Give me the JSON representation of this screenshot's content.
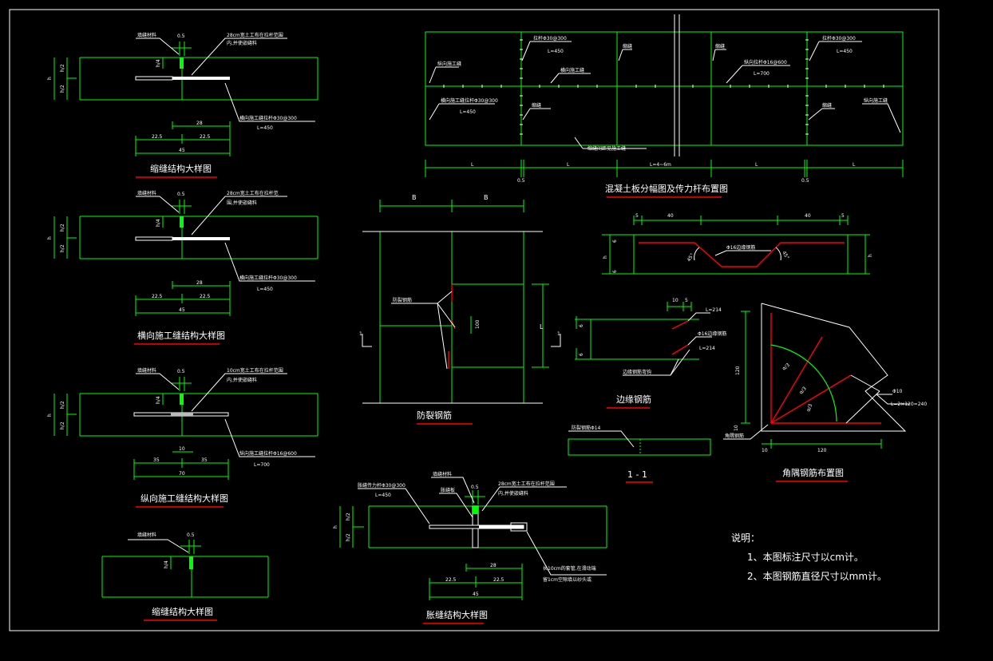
{
  "colors": {
    "background": "#000000",
    "line": "#00ff00",
    "text": "#ffffff",
    "rebar": "#ff0000",
    "underline": "#ff0000"
  },
  "detail1": {
    "title": "缩缝结构大样图",
    "dim_top": "0.5",
    "label_left": "填缝材料",
    "label_right_1": "28cm宽土工布在拉杆范围",
    "label_right_2": "内,并使嵌缝料",
    "label_rebar": "横向施工缝拉杆Φ30@300",
    "label_rebar_L": "L=450",
    "dim_h": "h",
    "dim_h2a": "h/2",
    "dim_h2b": "h/2",
    "dim_h4": "h/4",
    "dim_28": "28",
    "dim_225a": "22.5",
    "dim_225b": "22.5",
    "dim_45": "45"
  },
  "detail2": {
    "title": "横向施工缝结构大样图",
    "dim_top": "0.5",
    "label_left": "填缝材料",
    "label_right_1": "28cm宽土工布在拉杆范",
    "label_right_2": "围,并使嵌缝料",
    "label_rebar": "横向施工缝拉杆Φ30@300",
    "label_rebar_L": "L=450",
    "dim_h": "h",
    "dim_h2a": "h/2",
    "dim_h2b": "h/2",
    "dim_h4": "h/4",
    "dim_28": "28",
    "dim_225a": "22.5",
    "dim_225b": "22.5",
    "dim_45": "45"
  },
  "detail3": {
    "title": "纵向施工缝结构大样图",
    "dim_top": "0.5",
    "label_left": "填缝材料",
    "label_right_1": "10cm宽土工布在拉杆范围",
    "label_right_2": "内,并使嵌缝料",
    "label_rebar": "纵向施工缝拉杆Φ16@600",
    "label_rebar_L": "L=700",
    "dim_h": "h",
    "dim_h2a": "h/2",
    "dim_h2b": "h/2",
    "dim_h4": "h/4",
    "dim_10": "10",
    "dim_35a": "35",
    "dim_35b": "35",
    "dim_70": "70"
  },
  "detail4": {
    "title": "缩缝结构大样图",
    "dim_top": "0.5",
    "label_left": "填缝材料",
    "dim_h4": "h/4"
  },
  "plan": {
    "title": "混凝土板分幅图及传力杆布置图",
    "label_a": "拉杆Φ30@300",
    "label_a_L": "L=450",
    "label_b": "拉杆Φ30@300",
    "label_b_L": "L=450",
    "label_c": "纵向施工缝",
    "label_d": "横向施工缝",
    "label_e": "缩缝",
    "label_f": "缩缝",
    "label_g": "纵向施工缝",
    "label_h": "纵向拉杆Φ16@600",
    "label_h_L": "L=700",
    "label_i": "横向施工缝拉杆Φ30@300",
    "label_i_L": "L=450",
    "label_j": "缩缝",
    "label_k": "缩缝",
    "label_l": "横向施工缝",
    "label_m": "缩缝间距见施工缝",
    "dims": [
      "L",
      "L",
      "L=4~6m",
      "L",
      "L"
    ],
    "dim_05a": "0.5",
    "dim_05b": "0.5"
  },
  "crack": {
    "title": "防裂钢筋",
    "dim_b1": "B",
    "dim_b2": "B",
    "label_rebar": "防裂钢筋",
    "dim_L": "L",
    "dim_100": "100",
    "mark_left": "1",
    "mark_right": "1"
  },
  "section": {
    "title": "1 - 1",
    "label": "防裂钢筋Φ14"
  },
  "edge_top": {
    "dim_5a": "5",
    "dim_40a": "40",
    "dim_40b": "40",
    "dim_5b": "5",
    "angle_a": "45°",
    "angle_b": "45°",
    "label_rebar": "Φ16边缘钢筋",
    "dim_h": "h",
    "dim_h_right": "h",
    "dim_6a": "6",
    "dim_6b": "6"
  },
  "edge": {
    "title": "边缘钢筋",
    "dim_10": "10",
    "dim_5": "5",
    "label_L1": "L=214",
    "label_rebar": "Φ16边缘钢筋",
    "label_L2": "L=214",
    "label_bottom": "边缘钢筋弯钩",
    "dim_6a": "6",
    "dim_6b": "6"
  },
  "corner": {
    "title": "角隅钢筋布置图",
    "dim_120v": "120",
    "dim_120h": "120",
    "dim_10a": "10",
    "dim_10b": "10",
    "label_rebar": "Φ10",
    "label_L": "L=2×120=240",
    "label_bottom": "角隅钢筋",
    "label_a3a": "α/3",
    "label_a3b": "α/3",
    "label_a3c": "α/3"
  },
  "expansion": {
    "title": "胀缝结构大样图",
    "label_dowel": "胀缝传力杆Φ30@300",
    "label_dowel_L": "L=450",
    "label_filler": "填缝材料",
    "label_board": "胀缝板",
    "label_right_1": "28cm宽土工布在拉杆范围",
    "label_right_2": "内,并使嵌缝料",
    "label_cap_1": "长10cm的套管,在滑动端",
    "label_cap_2": "留1cm空隙填以纱头或",
    "dim_top": "0.5",
    "dim_h": "h",
    "dim_h2a": "h/2",
    "dim_h2b": "h/2",
    "dim_28": "28",
    "dim_225a": "22.5",
    "dim_225b": "22.5",
    "dim_45": "45"
  },
  "notes": {
    "title": "说明：",
    "line1": "1、本图标注尺寸以cm计。",
    "line2": "2、本图钢筋直径尺寸以mm计。"
  }
}
